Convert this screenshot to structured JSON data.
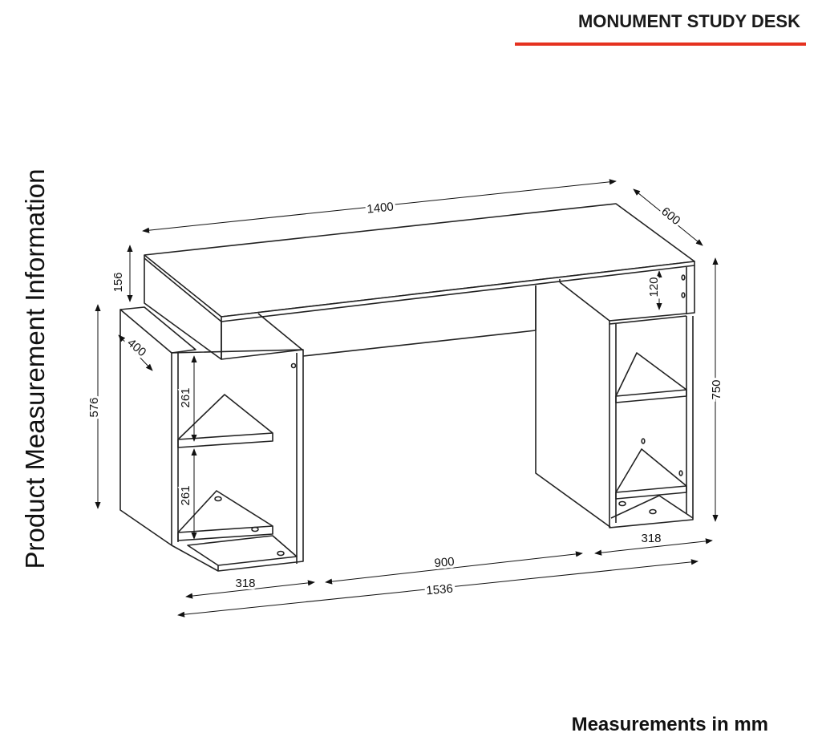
{
  "header": {
    "title": "MONUMENT STUDY DESK",
    "accent_color": "#e5311f"
  },
  "side_label": "Product Measurement Information",
  "footer": {
    "note": "Measurements in mm"
  },
  "dimensions": {
    "top_length": "1400",
    "top_depth": "600",
    "top_shelf_height": "156",
    "left_depth": "400",
    "left_height": "576",
    "left_shelf_upper": "261",
    "left_shelf_lower": "261",
    "right_top_gap": "120",
    "total_height": "750",
    "left_width": "318",
    "middle_gap": "900",
    "right_width": "318",
    "total_width": "1536"
  }
}
